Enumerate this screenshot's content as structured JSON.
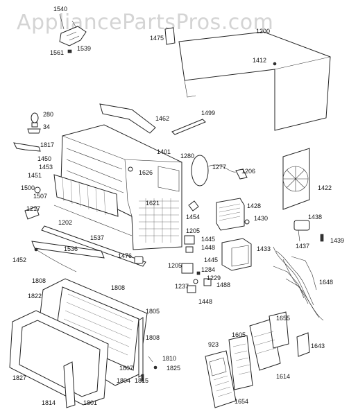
{
  "watermark": "AppliancePartsPros.com",
  "part_labels": {
    "p1540": "1540",
    "p1539": "1539",
    "p1561": "1561",
    "p1475": "1475",
    "p1200": "1200",
    "p1412": "1412",
    "p280": "280",
    "p34": "34",
    "p1462": "1462",
    "p1499": "1499",
    "p1817": "1817",
    "p1450": "1450",
    "p1453": "1453",
    "p1451": "1451",
    "p1401": "1401",
    "p1280": "1280",
    "p1277": "1277",
    "p1206": "1206",
    "p1626": "1626",
    "p1500": "1500",
    "p1507": "1507",
    "p1621": "1621",
    "p1422": "1422",
    "p1217": "1217",
    "p1454": "1454",
    "p1428": "1428",
    "p1430": "1430",
    "p1202": "1202",
    "p1205a": "1205",
    "p1445a": "1445",
    "p1438": "1438",
    "p1537": "1537",
    "p1448a": "1448",
    "p1437": "1437",
    "p1439": "1439",
    "p1536": "1536",
    "p1433": "1433",
    "p1452": "1452",
    "p1476": "1476",
    "p1445b": "1445",
    "p1205b": "1205",
    "p1284": "1284",
    "p1229": "1229",
    "p1237": "1237",
    "p1488": "1488",
    "p1648": "1648",
    "p1808a": "1808",
    "p1808b": "1808",
    "p1448b": "1448",
    "p1822": "1822",
    "p1805": "1805",
    "p1808c": "1808",
    "p1655": "1655",
    "p923": "923",
    "p1605": "1605",
    "p1643": "1643",
    "p1810": "1810",
    "p1807": "1807",
    "p1825": "1825",
    "p1827": "1827",
    "p1804": "1804",
    "p1614": "1614",
    "p1815": "1815",
    "p1814": "1814",
    "p1801": "1801",
    "p1654": "1654"
  }
}
